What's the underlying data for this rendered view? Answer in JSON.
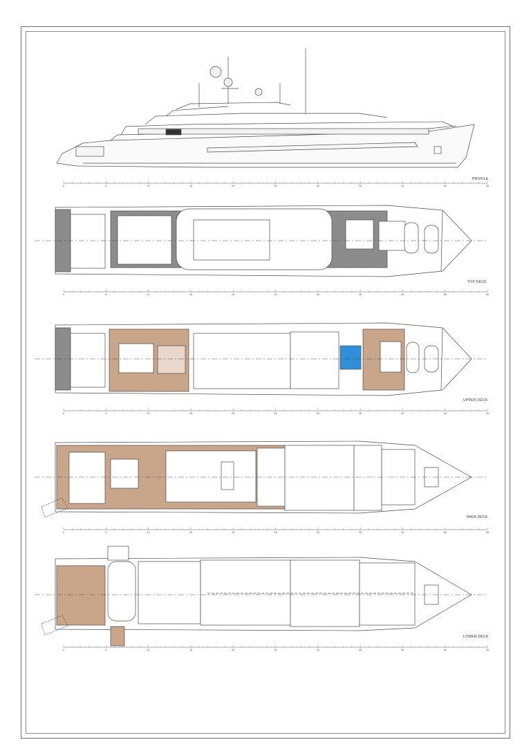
{
  "views": [
    {
      "id": "profile",
      "label": "PROFILE"
    },
    {
      "id": "top",
      "label": "TOP DECK"
    },
    {
      "id": "upper",
      "label": "UPPER DECK"
    },
    {
      "id": "main",
      "label": "MAIN DECK"
    },
    {
      "id": "lower",
      "label": "LOWER DECK"
    }
  ],
  "scale": {
    "labels": [
      "0",
      "5",
      "10",
      "15",
      "20",
      "25",
      "30",
      "35",
      "40",
      "45",
      "50"
    ]
  },
  "colors": {
    "line": "#4a4a4a",
    "teak": "#c9a58a",
    "teak_dark": "#b88d70",
    "pool": "#2f8fd8",
    "grey_deck": "#8c8c8c"
  }
}
